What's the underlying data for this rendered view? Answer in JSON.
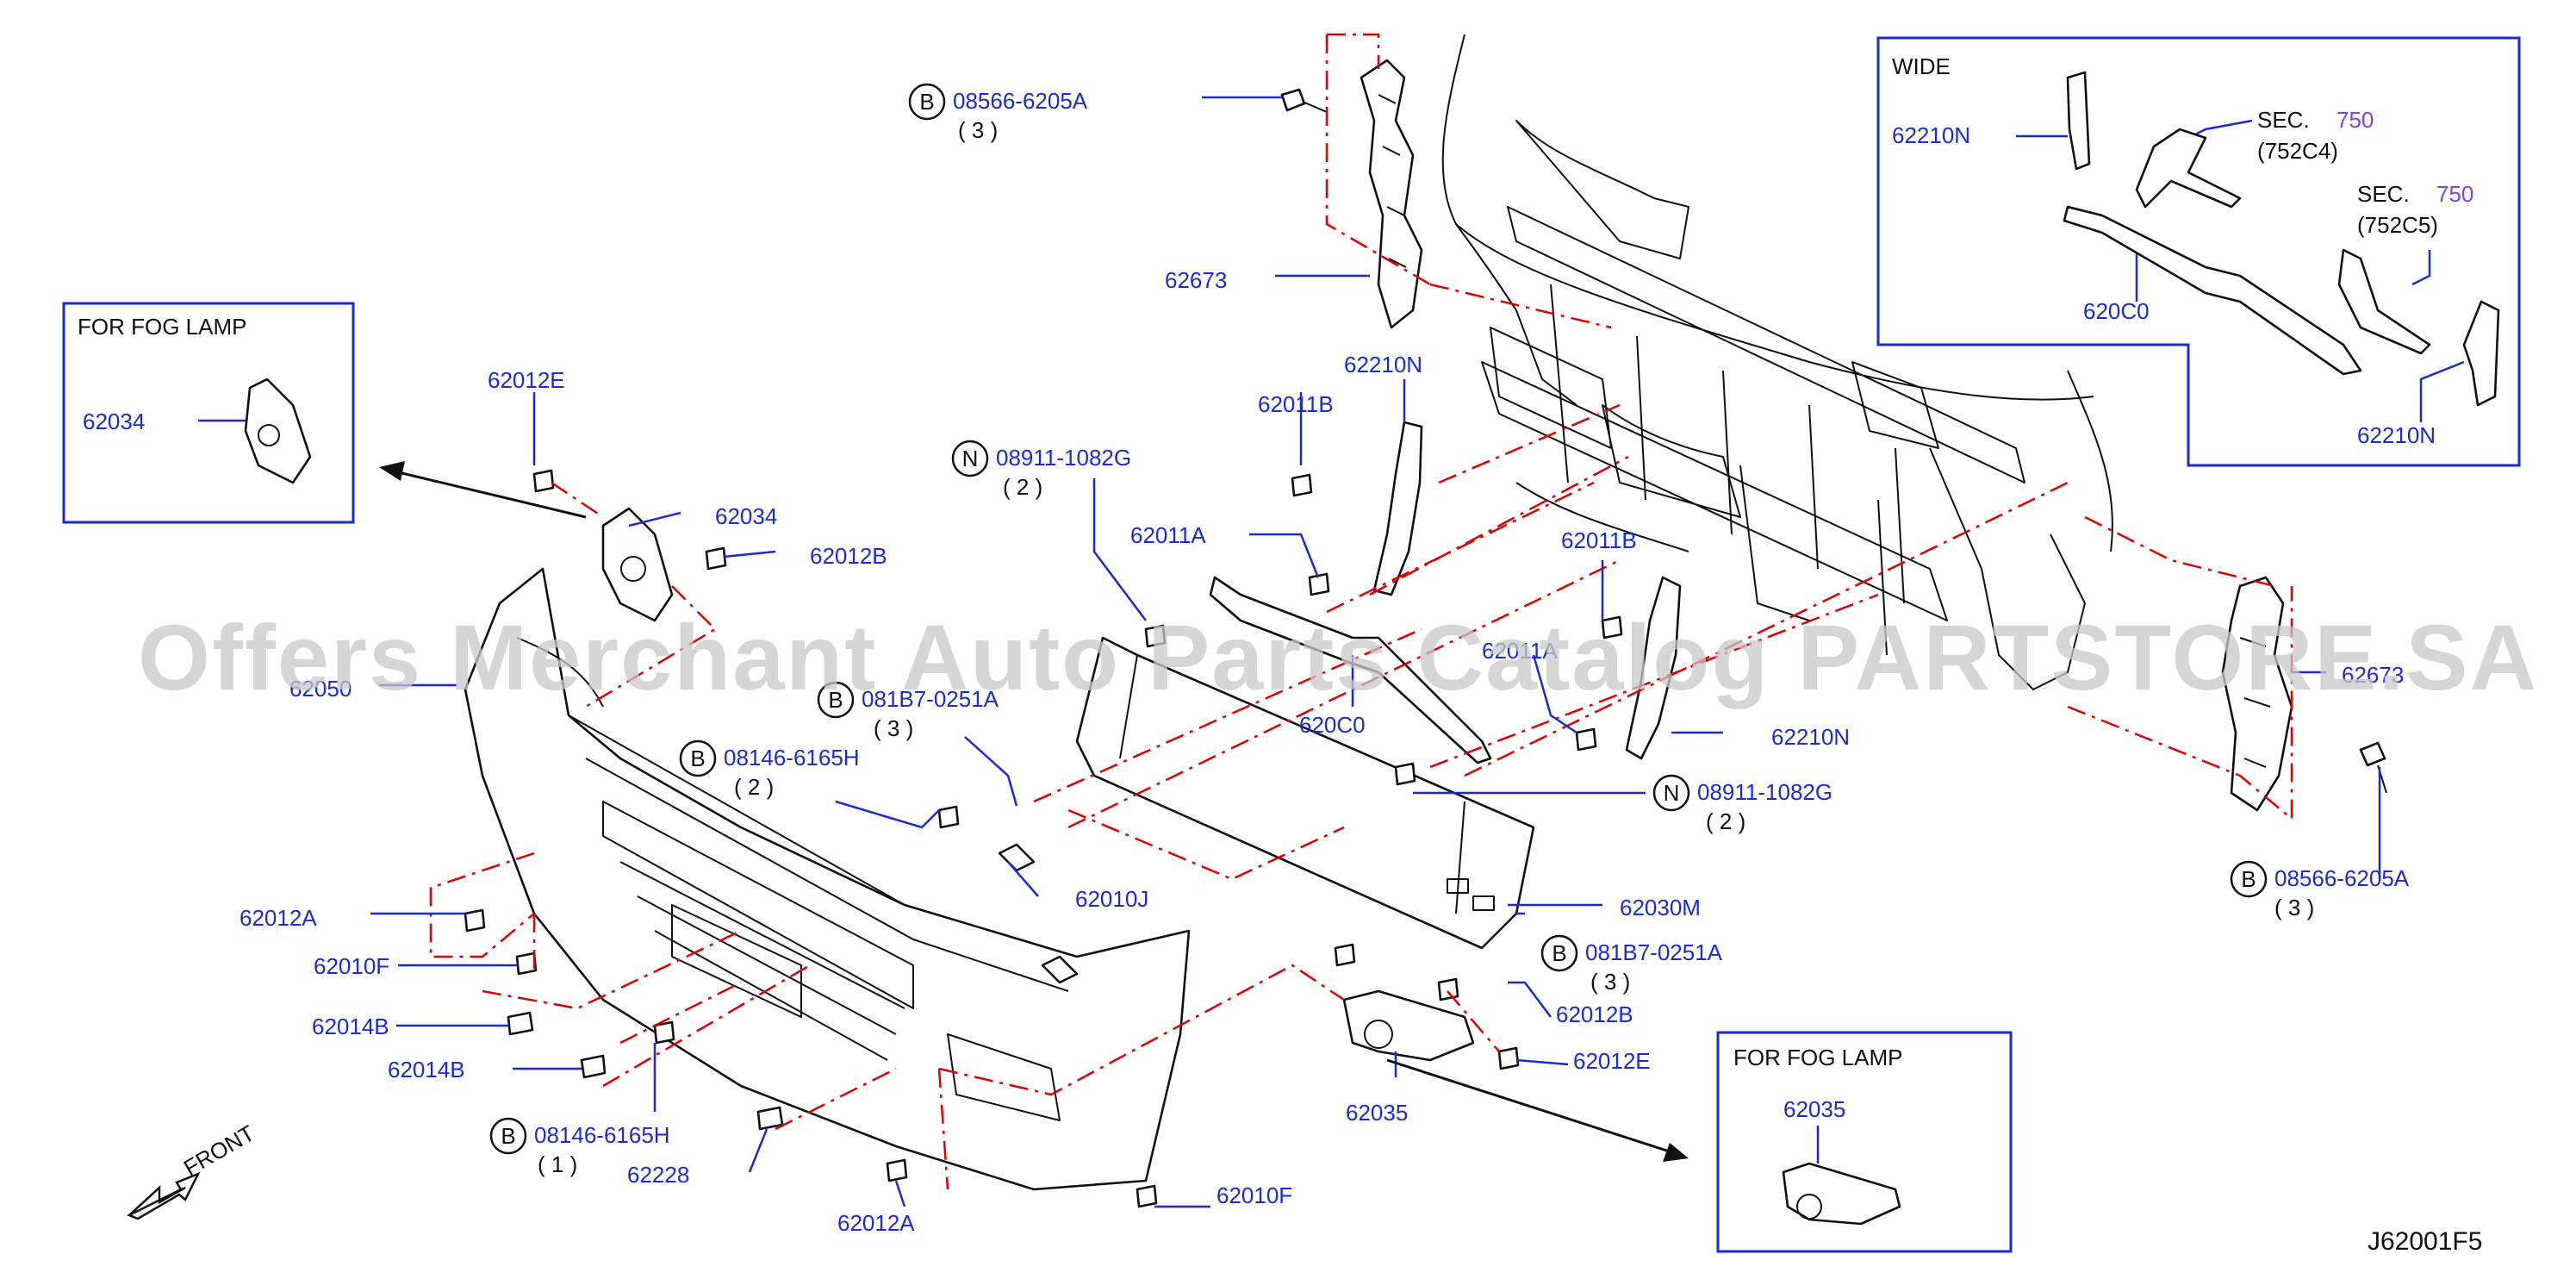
{
  "watermark": "Offers Merchant Auto Parts Catalog PARTSTORE.SA",
  "diagram_code": "J62001F5",
  "front_label": "FRONT",
  "inset_fog_left": {
    "title": "FOR   FOG   LAMP",
    "part": "62034"
  },
  "inset_fog_right": {
    "title": "FOR   FOG   LAMP",
    "part": "62035"
  },
  "inset_wide": {
    "title": "WIDE",
    "parts": [
      "62210N",
      "620C0",
      "62210N"
    ],
    "sec1": {
      "prefix": "SEC.",
      "num": "750",
      "sub": "(752C4)"
    },
    "sec2": {
      "prefix": "SEC.",
      "num": "750",
      "sub": "(752C5)"
    }
  },
  "callouts": [
    {
      "circle": "B",
      "part": "08566-6205A",
      "qty": "( 3 )"
    },
    {
      "circle": "N",
      "part": "08911-1082G",
      "qty": "( 2 )"
    },
    {
      "circle": "B",
      "part": "081B7-0251A",
      "qty": "( 3 )"
    },
    {
      "circle": "B",
      "part": "08146-6165H",
      "qty": "( 2 )"
    },
    {
      "circle": "N",
      "part": "08911-1082G",
      "qty": "( 2 )"
    },
    {
      "circle": "B",
      "part": "081B7-0251A",
      "qty": "( 3 )"
    },
    {
      "circle": "B",
      "part": "08146-6165H",
      "qty": "( 1 )"
    },
    {
      "circle": "B",
      "part": "08566-6205A",
      "qty": "( 3 )"
    }
  ],
  "labels": {
    "p62673a": "62673",
    "p62210n_a": "62210N",
    "p62011b_a": "62011B",
    "p62011a_a": "62011A",
    "p62012e_a": "62012E",
    "p62034": "62034",
    "p62012b_a": "62012B",
    "p62050": "62050",
    "p620c0": "620C0",
    "p62011a_b": "62011A",
    "p62011b_b": "62011B",
    "p62210n_b": "62210N",
    "p62673b": "62673",
    "p62010j": "62010J",
    "p62030m": "62030M",
    "p62012a_a": "62012A",
    "p62010f_a": "62010F",
    "p62014b_a": "62014B",
    "p62014b_b": "62014B",
    "p62228": "62228",
    "p62012a_b": "62012A",
    "p62010f_b": "62010F",
    "p62012b_b": "62012B",
    "p62012e_b": "62012E",
    "p62035": "62035"
  }
}
